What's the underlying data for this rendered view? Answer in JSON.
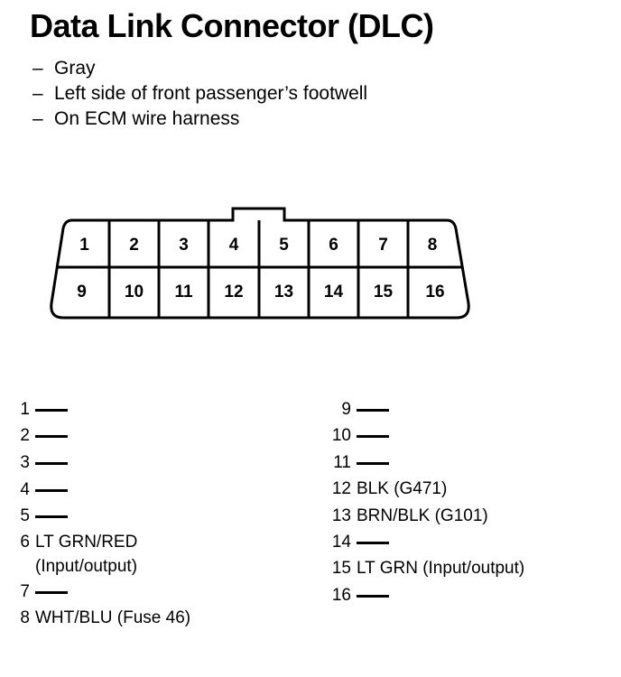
{
  "title": "Data Link Connector (DLC)",
  "bullets": [
    "Gray",
    "Left side of front passenger’s footwell",
    "On ECM wire harness"
  ],
  "dash": "–",
  "connector": {
    "top_row": [
      "1",
      "2",
      "3",
      "4",
      "5",
      "6",
      "7",
      "8"
    ],
    "bottom_row": [
      "9",
      "10",
      "11",
      "12",
      "13",
      "14",
      "15",
      "16"
    ]
  },
  "pins_left": [
    {
      "num": "1",
      "wire": ""
    },
    {
      "num": "2",
      "wire": ""
    },
    {
      "num": "3",
      "wire": ""
    },
    {
      "num": "4",
      "wire": ""
    },
    {
      "num": "5",
      "wire": ""
    },
    {
      "num": "6",
      "wire": "LT GRN/RED",
      "note": "(Input/output)"
    },
    {
      "num": "7",
      "wire": ""
    },
    {
      "num": "8",
      "wire": "WHT/BLU (Fuse 46)"
    }
  ],
  "pins_right": [
    {
      "num": "9",
      "wire": ""
    },
    {
      "num": "10",
      "wire": ""
    },
    {
      "num": "11",
      "wire": ""
    },
    {
      "num": "12",
      "wire": "BLK (G471)"
    },
    {
      "num": "13",
      "wire": "BRN/BLK (G101)"
    },
    {
      "num": "14",
      "wire": ""
    },
    {
      "num": "15",
      "wire": "LT GRN (Input/output)"
    },
    {
      "num": "16",
      "wire": ""
    }
  ]
}
